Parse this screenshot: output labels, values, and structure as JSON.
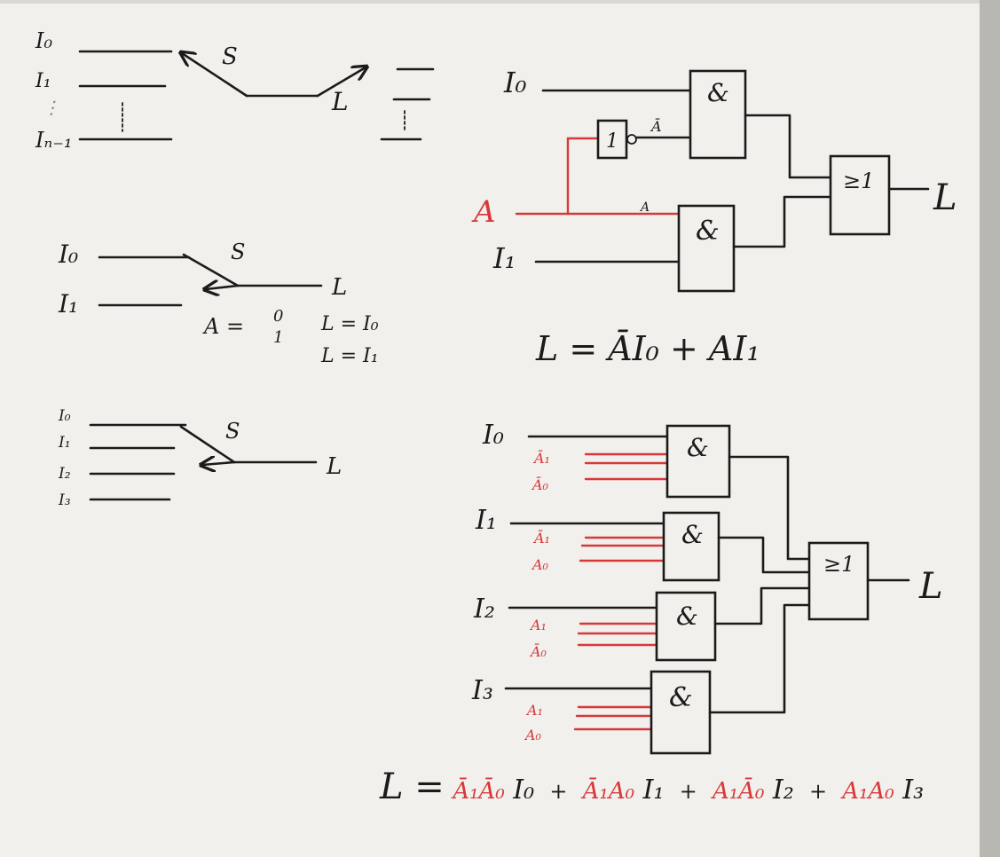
{
  "mux2": {
    "in0": "I₀",
    "in1": "I₁",
    "sel": "A",
    "not_gate": "1",
    "not_out": "Ā",
    "sel_tap": "A",
    "and_gate": "&",
    "or_gate": "≥1",
    "out": "L",
    "equation": "L = ĀI₀ + AI₁"
  },
  "mux4": {
    "inputs": [
      "I₀",
      "I₁",
      "I₂",
      "I₃"
    ],
    "selects": [
      {
        "a1": "Ā₁",
        "a0": "Ā₀"
      },
      {
        "a1": "Ā₁",
        "a0": "A₀"
      },
      {
        "a1": "A₁",
        "a0": "Ā₀"
      },
      {
        "a1": "A₁",
        "a0": "A₀"
      }
    ],
    "and_gate": "&",
    "or_gate": "≥1",
    "out": "L",
    "eq_lhs": "L =",
    "eq_terms": [
      {
        "sel": "Ā₁Ā₀",
        "in": "I₀",
        "sep": " + "
      },
      {
        "sel": "Ā₁A₀",
        "in": "I₁",
        "sep": " + "
      },
      {
        "sel": "A₁Ā₀",
        "in": "I₂",
        "sep": " + "
      },
      {
        "sel": "A₁A₀",
        "in": "I₃",
        "sep": ""
      }
    ]
  },
  "switch_sketches": {
    "general": {
      "inputs": [
        "I₀",
        "I₁",
        "⋮",
        "Iₙ₋₁"
      ],
      "switch": "S",
      "output": "L"
    },
    "two_way": {
      "inputs": [
        "I₀",
        "I₁"
      ],
      "switch": "S",
      "output": "L",
      "sel_label": "A =",
      "sel_values": [
        "0",
        "1"
      ],
      "results": [
        "L = I₀",
        "L = I₁"
      ]
    },
    "four_way": {
      "inputs": [
        "I₀",
        "I₁",
        "I₂",
        "I₃"
      ],
      "switch": "S",
      "output": "L"
    }
  },
  "colors": {
    "board": "#f1f0ec",
    "ink": "#1b1b1b",
    "marker_red": "#d7393a"
  }
}
